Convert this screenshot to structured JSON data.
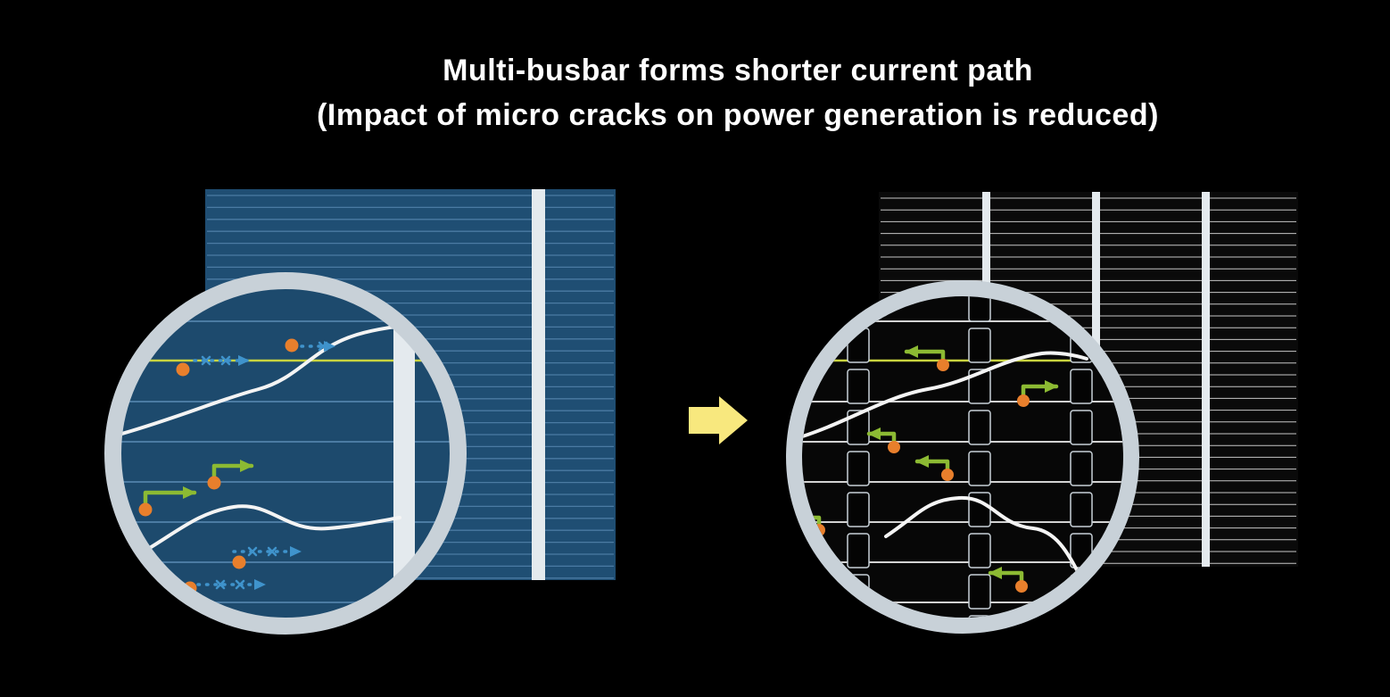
{
  "title": {
    "line1": "Multi-busbar forms shorter current path",
    "line2": "(Impact of micro cracks on power generation is reduced)"
  },
  "figure": {
    "left_cell": {
      "type": "conventional-busbar-cell",
      "visible_busbars": 1
    },
    "right_cell": {
      "type": "multi-busbar-cell",
      "visible_busbars": 3
    },
    "transition": "left-to-right-arrow"
  },
  "colors": {
    "background": "#000000",
    "titleText": "#ffffff",
    "cellBlue": "#1f4e73",
    "cellLineBlue": "#4b7ba3",
    "circleBlue": "#1d4a6d",
    "cellBlack": "#0a0a0a",
    "circleBlack": "#070707",
    "cellLineGray": "#c6c6c6",
    "zoomLineGray": "#d2d2d2",
    "busbarWhite": "#e4eaee",
    "ring": "#c8d1d8",
    "crackWhite": "#f4f4f4",
    "fingerYellow": "#c9d43f",
    "dotOrange": "#e87f2c",
    "arrowBlue": "#3f93cc",
    "arrowGreen": "#8cba33",
    "transitionYellow": "#f8e87e"
  }
}
